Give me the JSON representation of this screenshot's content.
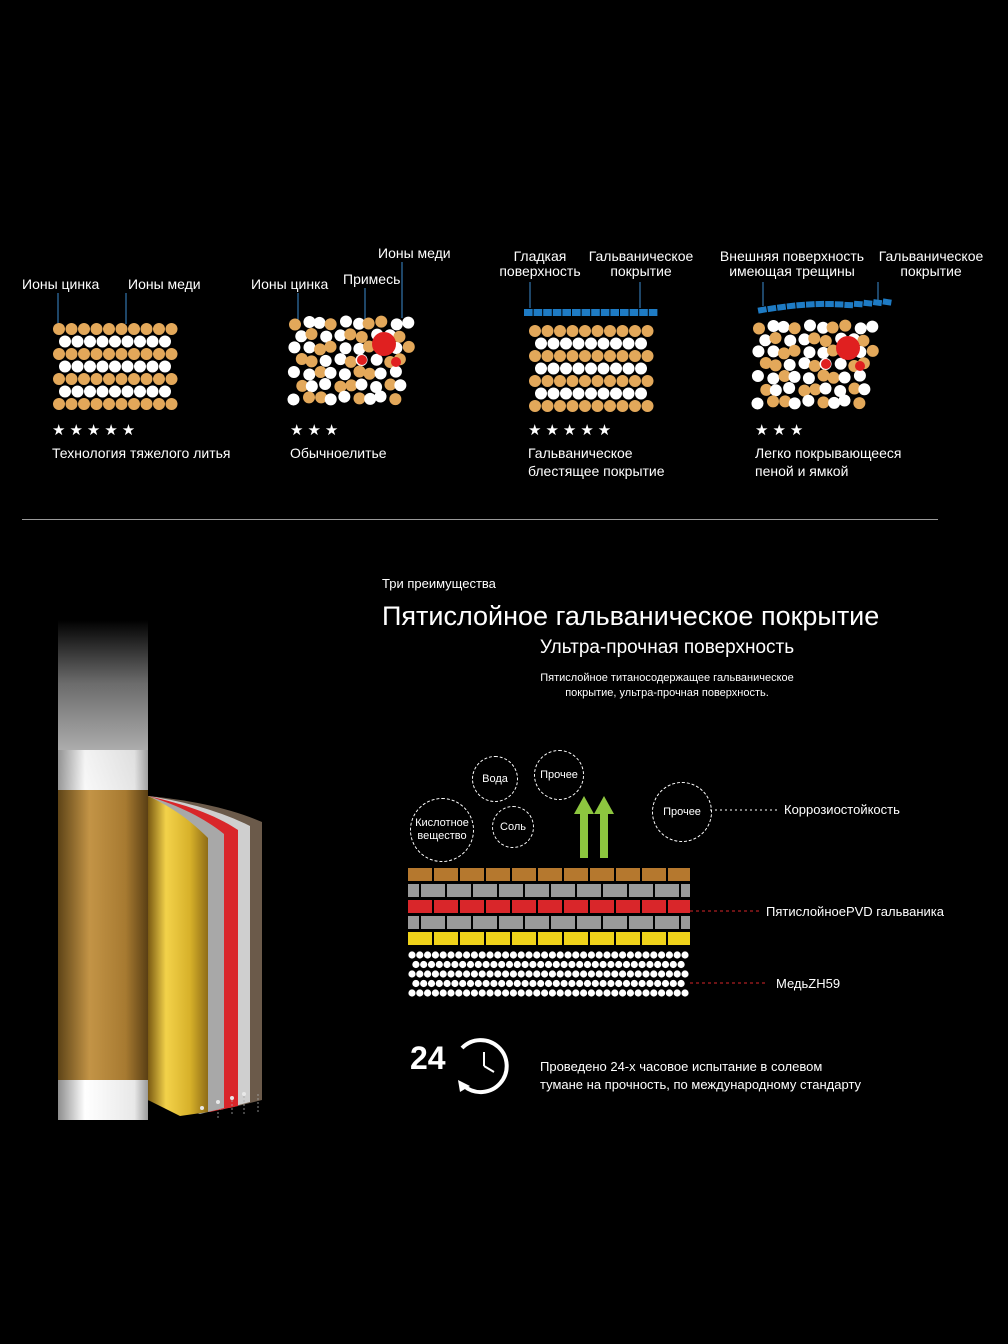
{
  "top": {
    "d1": {
      "label_left": "Ионы цинка",
      "label_right": "Ионы меди",
      "stars": "★★★★★",
      "caption": "Технология тяжелого литья"
    },
    "d2": {
      "label_left": "Ионы цинка",
      "label_mid": "Примесь",
      "label_top": "Ионы меди",
      "stars": "★★★",
      "caption": "Обычноелитье"
    },
    "d3": {
      "label_left": "Гладкая поверхность",
      "label_right": "Гальваническое покрытие",
      "stars": "★★★★★",
      "caption_1": "Гальваническое",
      "caption_2": "блестящее покрытие"
    },
    "d4": {
      "label_left": "Внешняя поверхность имеющая трещины",
      "label_right": "Гальваническое покрытие",
      "stars": "★★★",
      "caption_1": "Легко покрывающееся",
      "caption_2": "пеной и ямкой"
    }
  },
  "bottom": {
    "overline": "Три преимущества",
    "title": "Пятислойное гальваническое покрытие",
    "subtitle": "Ультра-прочная поверхность",
    "desc_1": "Пятислойное титаносодержащее гальваническое",
    "desc_2": "покрытие, ультра-прочная поверхность.",
    "bubbles": {
      "water": "Вода",
      "other_top": "Прочее",
      "acid_1": "Кислотное",
      "acid_2": "вещество",
      "salt": "Соль",
      "other_right": "Прочее"
    },
    "labels": {
      "corrosion": "Коррозиостойкость",
      "pvd": "ПятислойноеPVD гальваника",
      "copper": "МедьZH59"
    },
    "test": {
      "number": "24",
      "text_1": "Проведено 24-х часовое испытание в солевом",
      "text_2": "тумане на прочность, по международному стандарту"
    }
  },
  "colors": {
    "gold": "#E3A85A",
    "white": "#FFFFFF",
    "impurity": "#E02020",
    "coating_blue": "#1E7BC4",
    "brick_brown": "#B5782E",
    "brick_grey": "#9A9A9A",
    "brick_red": "#D9262A",
    "brick_yellow": "#EFD21A",
    "arrow_green": "#8DC63F"
  }
}
